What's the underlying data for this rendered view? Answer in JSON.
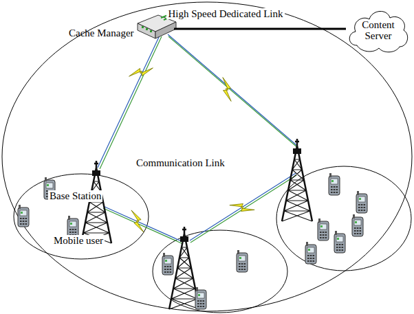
{
  "diagram": {
    "nodes": [
      {
        "text": [
          "Content Server"
        ]
      },
      {
        "text": [
          "Cache Manager"
        ]
      },
      {
        "text": [
          "Base Station"
        ]
      }
    ],
    "edges": [
      {
        "from": 1,
        "to": 0,
        "label": "High Speed Dedicated Link",
        "arrow": "none"
      }
    ],
    "labels": [
      "Communication Link",
      "Mobile user"
    ]
  }
}
